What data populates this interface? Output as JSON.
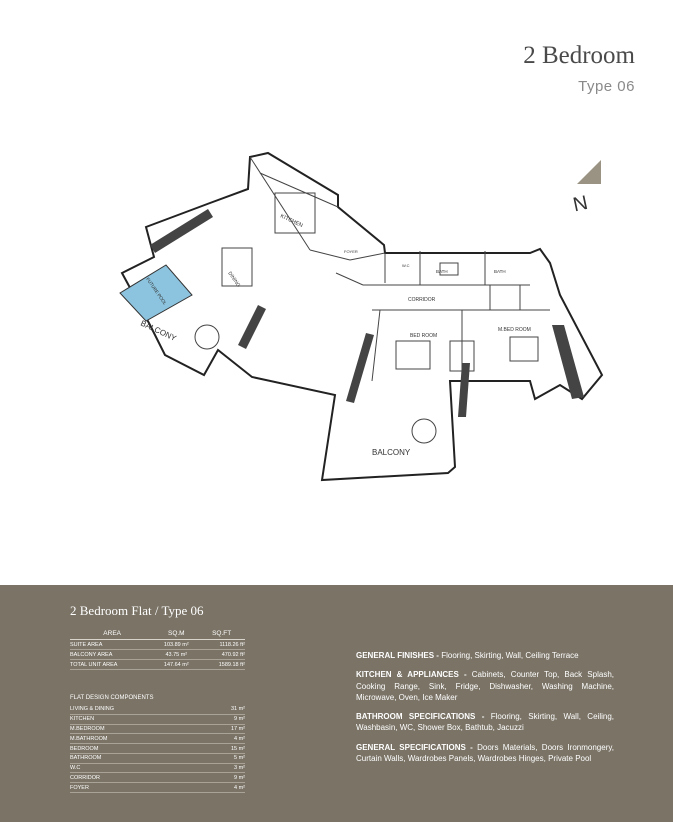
{
  "header": {
    "title": "2 Bedroom",
    "subtitle": "Type 06"
  },
  "compass": {
    "label": "N"
  },
  "plan_labels": {
    "kitchen": "KITCHEN",
    "dining": "DINING",
    "pool": "FUTURE POOL",
    "balcony_left": "BALCONY",
    "balcony_bottom": "BALCONY",
    "corridor": "CORRIDOR",
    "bedroom": "BED ROOM",
    "master_bedroom": "M.BED ROOM",
    "bath1": "BATH",
    "bath2": "BATH",
    "wc": "W.C",
    "foyer": "FOYER"
  },
  "panel": {
    "title": "2 Bedroom Flat / Type 06",
    "area_headers": [
      "AREA",
      "SQ.M",
      "SQ.FT"
    ],
    "areas": [
      {
        "label": "SUITE AREA",
        "sqm": "103.89 m²",
        "sqft": "1118.26 ft²"
      },
      {
        "label": "BALCONY AREA",
        "sqm": "43.75 m²",
        "sqft": "470.92 ft²"
      },
      {
        "label": "TOTAL UNIT AREA",
        "sqm": "147.64 m²",
        "sqft": "1589.18 ft²"
      }
    ],
    "components_title": "FLAT DESIGN COMPONENTS",
    "components": [
      {
        "label": "LIVING & DINING",
        "value": "31 m²"
      },
      {
        "label": "KITCHEN",
        "value": "9 m²"
      },
      {
        "label": "M.BEDROOM",
        "value": "17 m²"
      },
      {
        "label": "M.BATHROOM",
        "value": "4 m²"
      },
      {
        "label": "BEDROOM",
        "value": "15 m²"
      },
      {
        "label": "BATHROOM",
        "value": "5 m²"
      },
      {
        "label": "W.C",
        "value": "3 m²"
      },
      {
        "label": "CORRIDOR",
        "value": "9 m²"
      },
      {
        "label": "FOYER",
        "value": "4 m²"
      }
    ],
    "specs": [
      {
        "heading": "GENERAL FINISHES -",
        "text": " Flooring, Skirting, Wall, Ceiling Terrace"
      },
      {
        "heading": "KITCHEN & APPLIANCES -",
        "text": " Cabinets, Counter Top, Back Splash, Cooking Range, Sink, Fridge, Dishwasher, Washing Machine, Microwave, Oven, Ice Maker"
      },
      {
        "heading": "BATHROOM SPECIFICATIONS -",
        "text": " Flooring, Skirting, Wall, Ceiling, Washbasin, WC, Shower Box, Bathtub, Jacuzzi"
      },
      {
        "heading": "GENERAL SPECIFICATIONS -",
        "text": " Doors Materials, Doors Ironmongery, Curtain Walls, Wardrobes Panels, Wardrobes Hinges, Private Pool"
      }
    ]
  },
  "colors": {
    "panel_bg": "#7a7366",
    "compass": "#9a9383",
    "pool": "#8cc3de"
  }
}
